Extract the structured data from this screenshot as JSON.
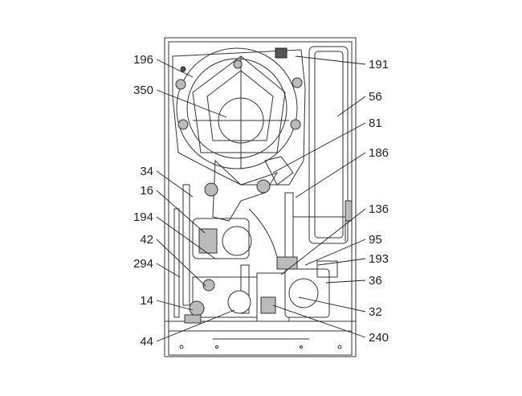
{
  "diagram": {
    "callouts_left": [
      "196",
      "350",
      "34",
      "16",
      "194",
      "42",
      "294",
      "14",
      "44"
    ],
    "callouts_right": [
      "191",
      "56",
      "81",
      "186",
      "136",
      "95",
      "193",
      "36",
      "32",
      "240"
    ]
  }
}
